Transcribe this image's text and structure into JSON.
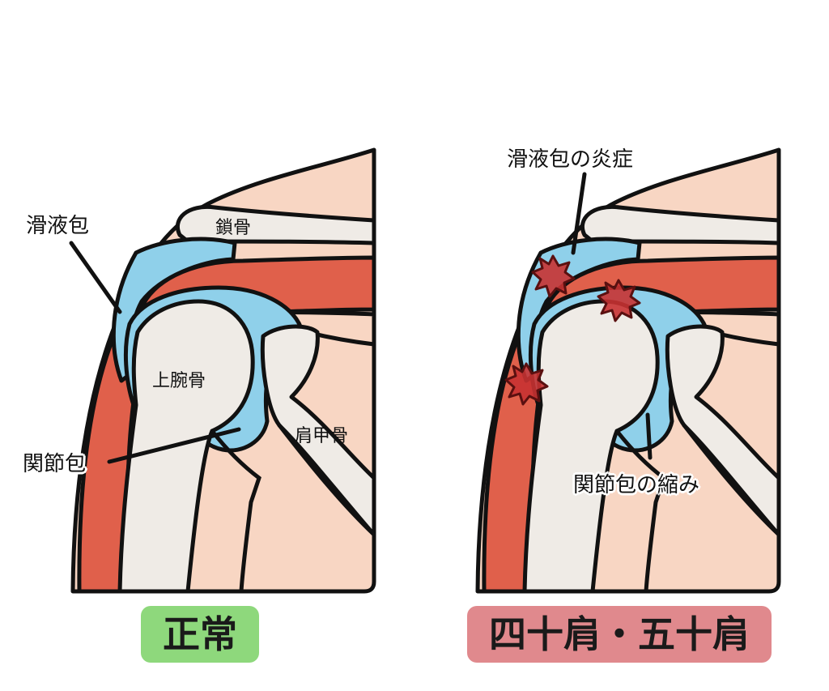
{
  "panels": {
    "normal": {
      "title": "正常",
      "labels": {
        "bursa": "滑液包",
        "clavicle": "鎖骨",
        "humerus": "上腕骨",
        "scapula": "肩甲骨",
        "capsule": "関節包"
      }
    },
    "frozen": {
      "title": "四十肩・五十肩",
      "labels": {
        "bursa_inflammation": "滑液包の炎症",
        "capsule_contraction": "関節包の縮み"
      }
    }
  },
  "colors": {
    "skin": "#f8d6c3",
    "bone": "#efebe6",
    "muscle": "#e0604b",
    "bursa": "#8fd0ea",
    "inflammation": "#c83232",
    "normal_badge": "#8ed87c",
    "frozen_badge": "#e0898d"
  },
  "icons": [
    "inflammation-burst-icon"
  ]
}
